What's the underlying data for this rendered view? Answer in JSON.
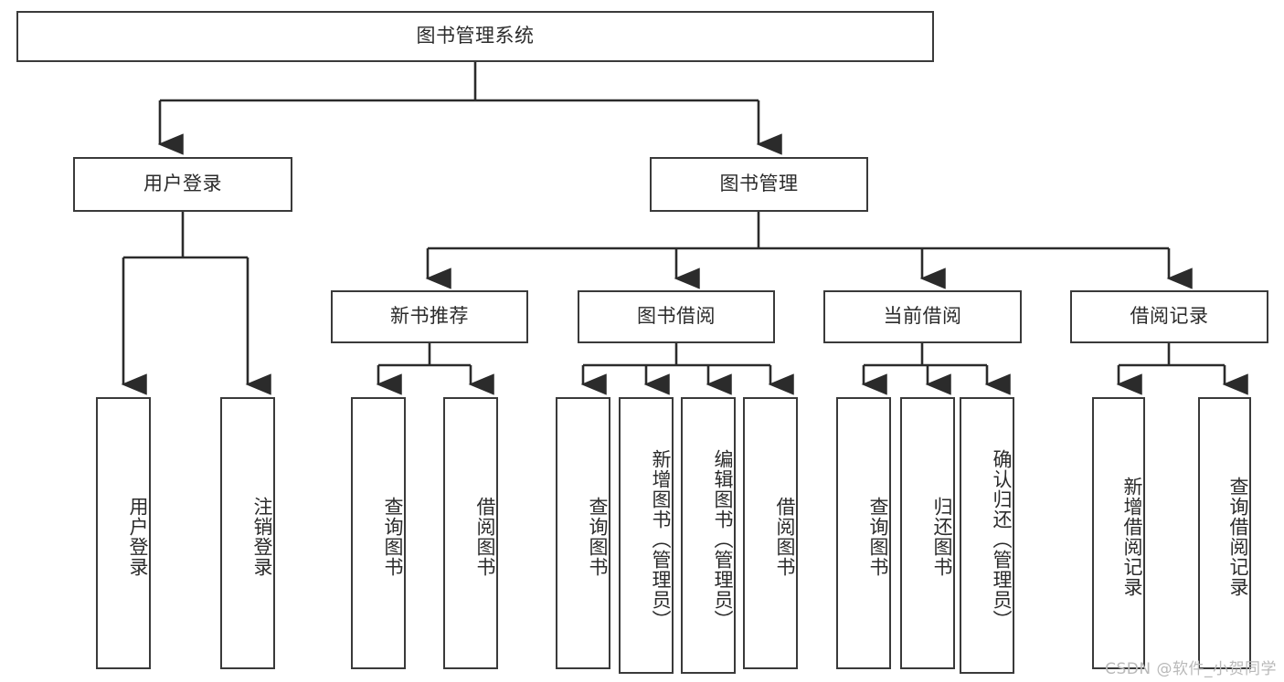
{
  "diagram": {
    "title": "图书管理系统",
    "type": "tree-hierarchy-chart",
    "orientation": "top-down",
    "colors": {
      "box_border": "#3a3a3a",
      "box_fill": "#ffffff",
      "connector": "#2b2b2b",
      "text": "#2b2b2b",
      "watermark": "#b9b9b9",
      "background": "#ffffff"
    },
    "root": {
      "label": "图书管理系统"
    },
    "level2": [
      {
        "label": "用户登录"
      },
      {
        "label": "图书管理"
      }
    ],
    "level3": [
      {
        "label": "新书推荐"
      },
      {
        "label": "图书借阅"
      },
      {
        "label": "当前借阅"
      },
      {
        "label": "借阅记录"
      }
    ],
    "leaves": {
      "user_login": [
        {
          "label": "用户登录"
        },
        {
          "label": "注销登录"
        }
      ],
      "new_book_recommend": [
        {
          "label": "查询图书"
        },
        {
          "label": "借阅图书"
        }
      ],
      "book_borrow": [
        {
          "label": "查询图书"
        },
        {
          "label": "新增图书（管理员）"
        },
        {
          "label": "编辑图书（管理员）"
        },
        {
          "label": "借阅图书"
        }
      ],
      "current_borrow": [
        {
          "label": "查询图书"
        },
        {
          "label": "归还图书"
        },
        {
          "label": "确认归还（管理员）"
        }
      ],
      "borrow_record": [
        {
          "label": "新增借阅记录"
        },
        {
          "label": "查询借阅记录"
        }
      ]
    }
  },
  "watermark": {
    "text": "CSDN @软件_小贺同学"
  }
}
